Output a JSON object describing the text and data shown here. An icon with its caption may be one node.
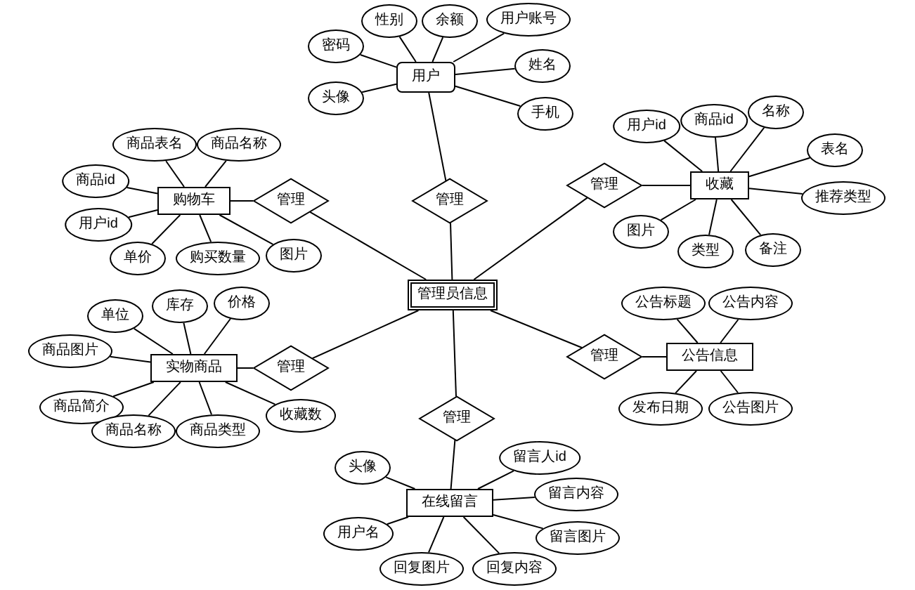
{
  "diagram": {
    "nodes": [
      {
        "text": [
          "用户"
        ]
      },
      {
        "text": [
          "性别"
        ]
      },
      {
        "text": [
          "余额"
        ]
      },
      {
        "text": [
          "用户账号"
        ]
      },
      {
        "text": [
          "密码"
        ]
      },
      {
        "text": [
          "姓名"
        ]
      },
      {
        "text": [
          "头像"
        ]
      },
      {
        "text": [
          "手机"
        ]
      },
      {
        "text": [
          "管理"
        ]
      },
      {
        "text": [
          "购物车"
        ]
      },
      {
        "text": [
          "商品表名"
        ]
      },
      {
        "text": [
          "商品名称"
        ]
      },
      {
        "text": [
          "商品id"
        ]
      },
      {
        "text": [
          "用户id"
        ]
      },
      {
        "text": [
          "单价"
        ]
      },
      {
        "text": [
          "购买数量"
        ]
      },
      {
        "text": [
          "图片"
        ]
      },
      {
        "text": [
          "管理"
        ]
      },
      {
        "text": [
          "收藏"
        ]
      },
      {
        "text": [
          "用户id"
        ]
      },
      {
        "text": [
          "商品id"
        ]
      },
      {
        "text": [
          "名称"
        ]
      },
      {
        "text": [
          "表名"
        ]
      },
      {
        "text": [
          "推荐类型"
        ]
      },
      {
        "text": [
          "图片"
        ]
      },
      {
        "text": [
          "类型"
        ]
      },
      {
        "text": [
          "备注"
        ]
      },
      {
        "text": [
          "管理"
        ]
      },
      {
        "text": [
          "管理员信息"
        ]
      },
      {
        "text": [
          "实物商品"
        ]
      },
      {
        "text": [
          "单位"
        ]
      },
      {
        "text": [
          "库存"
        ]
      },
      {
        "text": [
          "价格"
        ]
      },
      {
        "text": [
          "商品图片"
        ]
      },
      {
        "text": [
          "商品简介"
        ]
      },
      {
        "text": [
          "商品名称"
        ]
      },
      {
        "text": [
          "商品类型"
        ]
      },
      {
        "text": [
          "收藏数"
        ]
      },
      {
        "text": [
          "管理"
        ]
      },
      {
        "text": [
          "公告信息"
        ]
      },
      {
        "text": [
          "公告标题"
        ]
      },
      {
        "text": [
          "公告内容"
        ]
      },
      {
        "text": [
          "发布日期"
        ]
      },
      {
        "text": [
          "公告图片"
        ]
      },
      {
        "text": [
          "管理"
        ]
      },
      {
        "text": [
          "管理"
        ]
      },
      {
        "text": [
          "在线留言"
        ]
      },
      {
        "text": [
          "头像"
        ]
      },
      {
        "text": [
          "用户名"
        ]
      },
      {
        "text": [
          "留言人id"
        ]
      },
      {
        "text": [
          "留言内容"
        ]
      },
      {
        "text": [
          "留言图片"
        ]
      },
      {
        "text": [
          "回复图片"
        ]
      },
      {
        "text": [
          "回复内容"
        ]
      }
    ],
    "edges": [
      {
        "from": 0,
        "to": 1,
        "arrow": "none"
      },
      {
        "from": 0,
        "to": 2,
        "arrow": "none"
      },
      {
        "from": 0,
        "to": 3,
        "arrow": "none"
      },
      {
        "from": 0,
        "to": 4,
        "arrow": "none"
      },
      {
        "from": 0,
        "to": 5,
        "arrow": "none"
      },
      {
        "from": 0,
        "to": 6,
        "arrow": "none"
      },
      {
        "from": 0,
        "to": 7,
        "arrow": "none"
      },
      {
        "from": 0,
        "to": 8,
        "arrow": "none"
      },
      {
        "from": 8,
        "to": 28,
        "arrow": "none"
      },
      {
        "from": 9,
        "to": 10,
        "arrow": "none"
      },
      {
        "from": 9,
        "to": 11,
        "arrow": "none"
      },
      {
        "from": 9,
        "to": 12,
        "arrow": "none"
      },
      {
        "from": 9,
        "to": 13,
        "arrow": "none"
      },
      {
        "from": 9,
        "to": 14,
        "arrow": "none"
      },
      {
        "from": 9,
        "to": 15,
        "arrow": "none"
      },
      {
        "from": 9,
        "to": 16,
        "arrow": "none"
      },
      {
        "from": 9,
        "to": 17,
        "arrow": "none"
      },
      {
        "from": 17,
        "to": 28,
        "arrow": "none"
      },
      {
        "from": 18,
        "to": 19,
        "arrow": "none"
      },
      {
        "from": 18,
        "to": 20,
        "arrow": "none"
      },
      {
        "from": 18,
        "to": 21,
        "arrow": "none"
      },
      {
        "from": 18,
        "to": 22,
        "arrow": "none"
      },
      {
        "from": 18,
        "to": 23,
        "arrow": "none"
      },
      {
        "from": 18,
        "to": 24,
        "arrow": "none"
      },
      {
        "from": 18,
        "to": 25,
        "arrow": "none"
      },
      {
        "from": 18,
        "to": 26,
        "arrow": "none"
      },
      {
        "from": 18,
        "to": 27,
        "arrow": "none"
      },
      {
        "from": 27,
        "to": 28,
        "arrow": "none"
      },
      {
        "from": 29,
        "to": 30,
        "arrow": "none"
      },
      {
        "from": 29,
        "to": 31,
        "arrow": "none"
      },
      {
        "from": 29,
        "to": 32,
        "arrow": "none"
      },
      {
        "from": 29,
        "to": 33,
        "arrow": "none"
      },
      {
        "from": 29,
        "to": 34,
        "arrow": "none"
      },
      {
        "from": 29,
        "to": 35,
        "arrow": "none"
      },
      {
        "from": 29,
        "to": 36,
        "arrow": "none"
      },
      {
        "from": 29,
        "to": 37,
        "arrow": "none"
      },
      {
        "from": 29,
        "to": 38,
        "arrow": "none"
      },
      {
        "from": 38,
        "to": 28,
        "arrow": "none"
      },
      {
        "from": 39,
        "to": 40,
        "arrow": "none"
      },
      {
        "from": 39,
        "to": 41,
        "arrow": "none"
      },
      {
        "from": 39,
        "to": 42,
        "arrow": "none"
      },
      {
        "from": 39,
        "to": 43,
        "arrow": "none"
      },
      {
        "from": 39,
        "to": 44,
        "arrow": "none"
      },
      {
        "from": 44,
        "to": 28,
        "arrow": "none"
      },
      {
        "from": 46,
        "to": 45,
        "arrow": "none"
      },
      {
        "from": 45,
        "to": 28,
        "arrow": "none"
      },
      {
        "from": 46,
        "to": 47,
        "arrow": "none"
      },
      {
        "from": 46,
        "to": 48,
        "arrow": "none"
      },
      {
        "from": 46,
        "to": 49,
        "arrow": "none"
      },
      {
        "from": 46,
        "to": 50,
        "arrow": "none"
      },
      {
        "from": 46,
        "to": 51,
        "arrow": "none"
      },
      {
        "from": 46,
        "to": 52,
        "arrow": "none"
      },
      {
        "from": 46,
        "to": 53,
        "arrow": "none"
      }
    ]
  }
}
